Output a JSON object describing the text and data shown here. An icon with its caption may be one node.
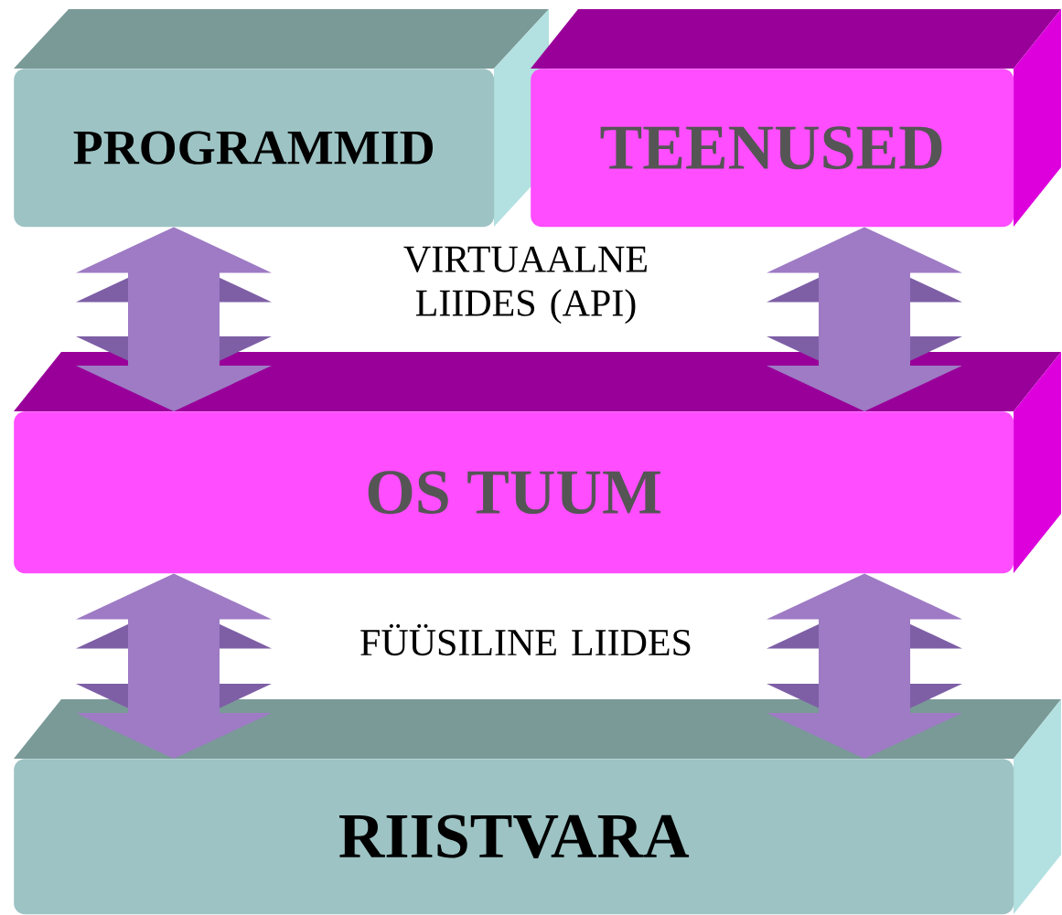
{
  "diagram": {
    "nodes": [
      {
        "text": [
          "PROGRAMMID"
        ]
      },
      {
        "text": [
          "TEENUSED"
        ]
      },
      {
        "text": [
          "OS TUUM"
        ]
      },
      {
        "text": [
          "RIISTVARA"
        ]
      }
    ],
    "edges": [
      {
        "from": 0,
        "to": 2,
        "arrow": "both"
      },
      {
        "from": 1,
        "to": 2,
        "arrow": "both"
      },
      {
        "from": 2,
        "to": 3,
        "arrow": "both"
      },
      {
        "from": 2,
        "to": 3,
        "arrow": "both"
      }
    ],
    "labels": [
      "VIRTUAALNE LIIDES (API)",
      "FÜÜSILINE LIIDES"
    ]
  }
}
